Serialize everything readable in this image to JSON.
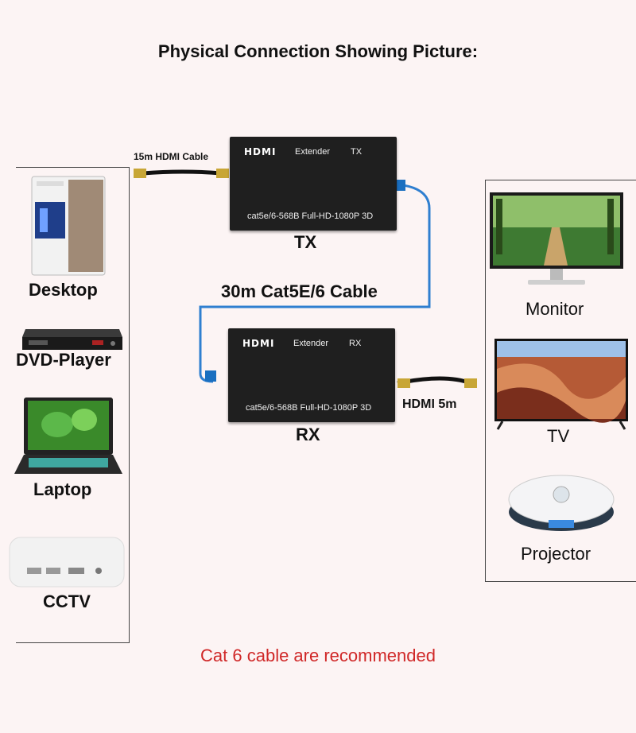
{
  "title": "Physical Connection Showing Picture:",
  "tx": {
    "logo": "HDMI",
    "extender": "Extender",
    "mode": "TX",
    "spec": "cat5e/6-568B Full-HD-1080P  3D",
    "label": "TX"
  },
  "rx": {
    "logo": "HDMI",
    "extender": "Extender",
    "mode": "RX",
    "spec": "cat5e/6-568B Full-HD-1080P  3D",
    "label": "RX"
  },
  "cables": {
    "input_hdmi": "15m HDMI Cable",
    "cat": "30m Cat5E/6 Cable",
    "output_hdmi": "HDMI 5m"
  },
  "sources": [
    "Desktop",
    "DVD-Player",
    "Laptop",
    "CCTV"
  ],
  "displays": [
    "Monitor",
    "TV",
    "Projector"
  ],
  "footer": "Cat 6 cable are recommended",
  "colors": {
    "cable_blue": "#2f7fd0",
    "footer_red": "#d02828"
  }
}
